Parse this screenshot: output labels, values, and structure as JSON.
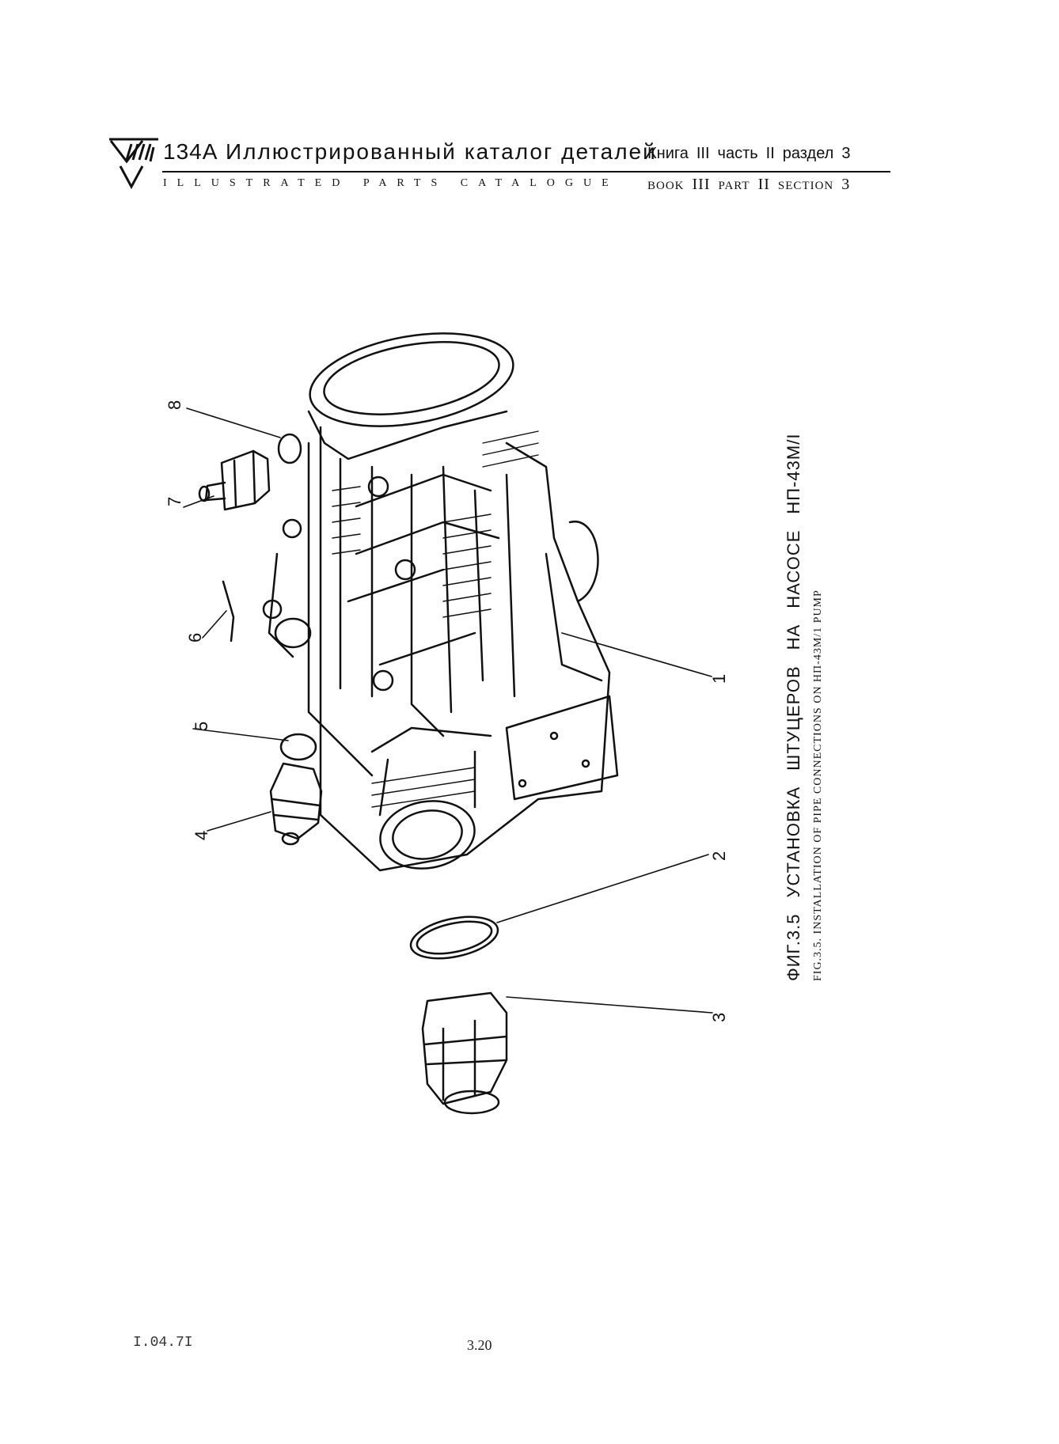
{
  "header": {
    "model": "134A",
    "title_ru": [
      "Иллюстрированный",
      "каталог",
      "деталей"
    ],
    "title_en": "ILLUSTRATED PARTS CATALOGUE",
    "book_ru": {
      "book_label": "Книга",
      "book_num": "III",
      "part_label": "часть",
      "part_num": "II",
      "section_label": "раздел",
      "section_num": "3"
    },
    "book_en": {
      "book_label": "BOOK",
      "book_num": "III",
      "part_label": "PART",
      "part_num": "II",
      "section_label": "SECTION",
      "section_num": "3"
    }
  },
  "figure": {
    "callouts": [
      "1",
      "2",
      "3",
      "4",
      "5",
      "6",
      "7",
      "8"
    ],
    "caption_ru": [
      "ФИГ.3.5",
      "УСТАНОВКА",
      "ШТУЦЕРОВ",
      "НА",
      "НАСОСЕ",
      "НП-43М/I"
    ],
    "caption_en": "FIG.3.5. INSTALLATION OF PIPE CONNECTIONS ON НП-43М/1 PUMP"
  },
  "footer": {
    "date": "I.04.7I",
    "page": "3.20"
  }
}
